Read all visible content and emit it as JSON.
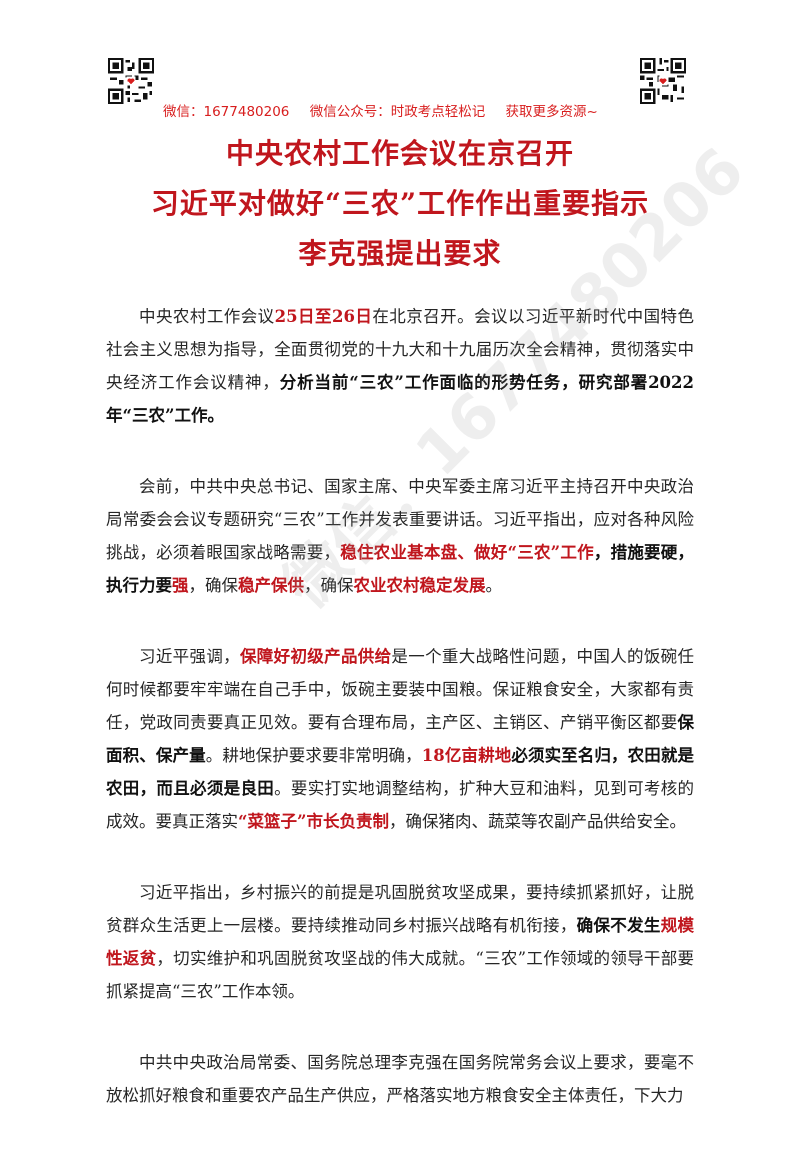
{
  "header": {
    "wechat": "微信：1677480206",
    "official_account": "微信公众号：时政考点轻松记",
    "resources": "获取更多资源~"
  },
  "titles": {
    "line1": "中央农村工作会议在京召开",
    "line2": "习近平对做好“三农”工作作出重要指示",
    "line3": "李克强提出要求"
  },
  "watermark": "微信：1677480206",
  "paragraphs": [
    [
      {
        "t": "中央农村工作会议"
      },
      {
        "t": "25日至26日",
        "s": "hl"
      },
      {
        "t": "在北京召开。会议以习近平新时代中国特色社会主义思想为指导，全面贯彻党的十九大和十九届历次全会精神，贯彻落实中央经济工作会议精神，"
      },
      {
        "t": "分析当前“三农”工作面临的形势任务，研究部署2022年“三农”工作。",
        "s": "bd"
      }
    ],
    [
      {
        "t": "会前，中共中央总书记、国家主席、中央军委主席习近平主持召开中央政治局常委会会议专题研究“三农”工作并发表重要讲话。习近平指出，应对各种风险挑战，必须着眼国家战略需要，"
      },
      {
        "t": "稳住农业基本盘、做好“三农”工作",
        "s": "hl"
      },
      {
        "t": "，措施要硬，执行力要",
        "s": "bd"
      },
      {
        "t": "强",
        "s": "hl"
      },
      {
        "t": "，确保"
      },
      {
        "t": "稳产保供",
        "s": "hl"
      },
      {
        "t": "，确保"
      },
      {
        "t": "农业农村稳定发展",
        "s": "hl"
      },
      {
        "t": "。"
      }
    ],
    [
      {
        "t": "习近平强调，"
      },
      {
        "t": "保障好初级产品供给",
        "s": "hl"
      },
      {
        "t": "是一个重大战略性问题，中国人的饭碗任何时候都要牢牢端在自己手中，饭碗主要装中国粮。保证粮食安全，大家都有责任，党政同责要真正见效。要有合理布局，主产区、主销区、产销平衡区都要"
      },
      {
        "t": "保面积、保产量",
        "s": "bd"
      },
      {
        "t": "。耕地保护要求要非常明确，"
      },
      {
        "t": "18亿亩耕地",
        "s": "hl"
      },
      {
        "t": "必须实至名归，农田就是农田，而且必须是良田",
        "s": "bd"
      },
      {
        "t": "。要实打实地调整结构，扩种大豆和油料，见到可考核的成效。要真正落实"
      },
      {
        "t": "“菜篮子”市长负责制",
        "s": "hl"
      },
      {
        "t": "，确保猪肉、蔬菜等农副产品供给安全。"
      }
    ],
    [
      {
        "t": "习近平指出，乡村振兴的前提是巩固脱贫攻坚成果，要持续抓紧抓好，让脱贫群众生活更上一层楼。要持续推动同乡村振兴战略有机衔接，"
      },
      {
        "t": "确保不发生",
        "s": "bd"
      },
      {
        "t": "规模性返贫",
        "s": "hl"
      },
      {
        "t": "，切实维护和巩固脱贫攻坚战的伟大成就。“三农”工作领域的领导干部要抓紧提高“三农”工作本领。"
      }
    ],
    [
      {
        "t": "中共中央政治局常委、国务院总理李克强在国务院常务会议上要求，要毫不放松抓好粮食和重要农产品生产供应，严格落实地方粮食安全主体责任，下大力"
      }
    ]
  ]
}
